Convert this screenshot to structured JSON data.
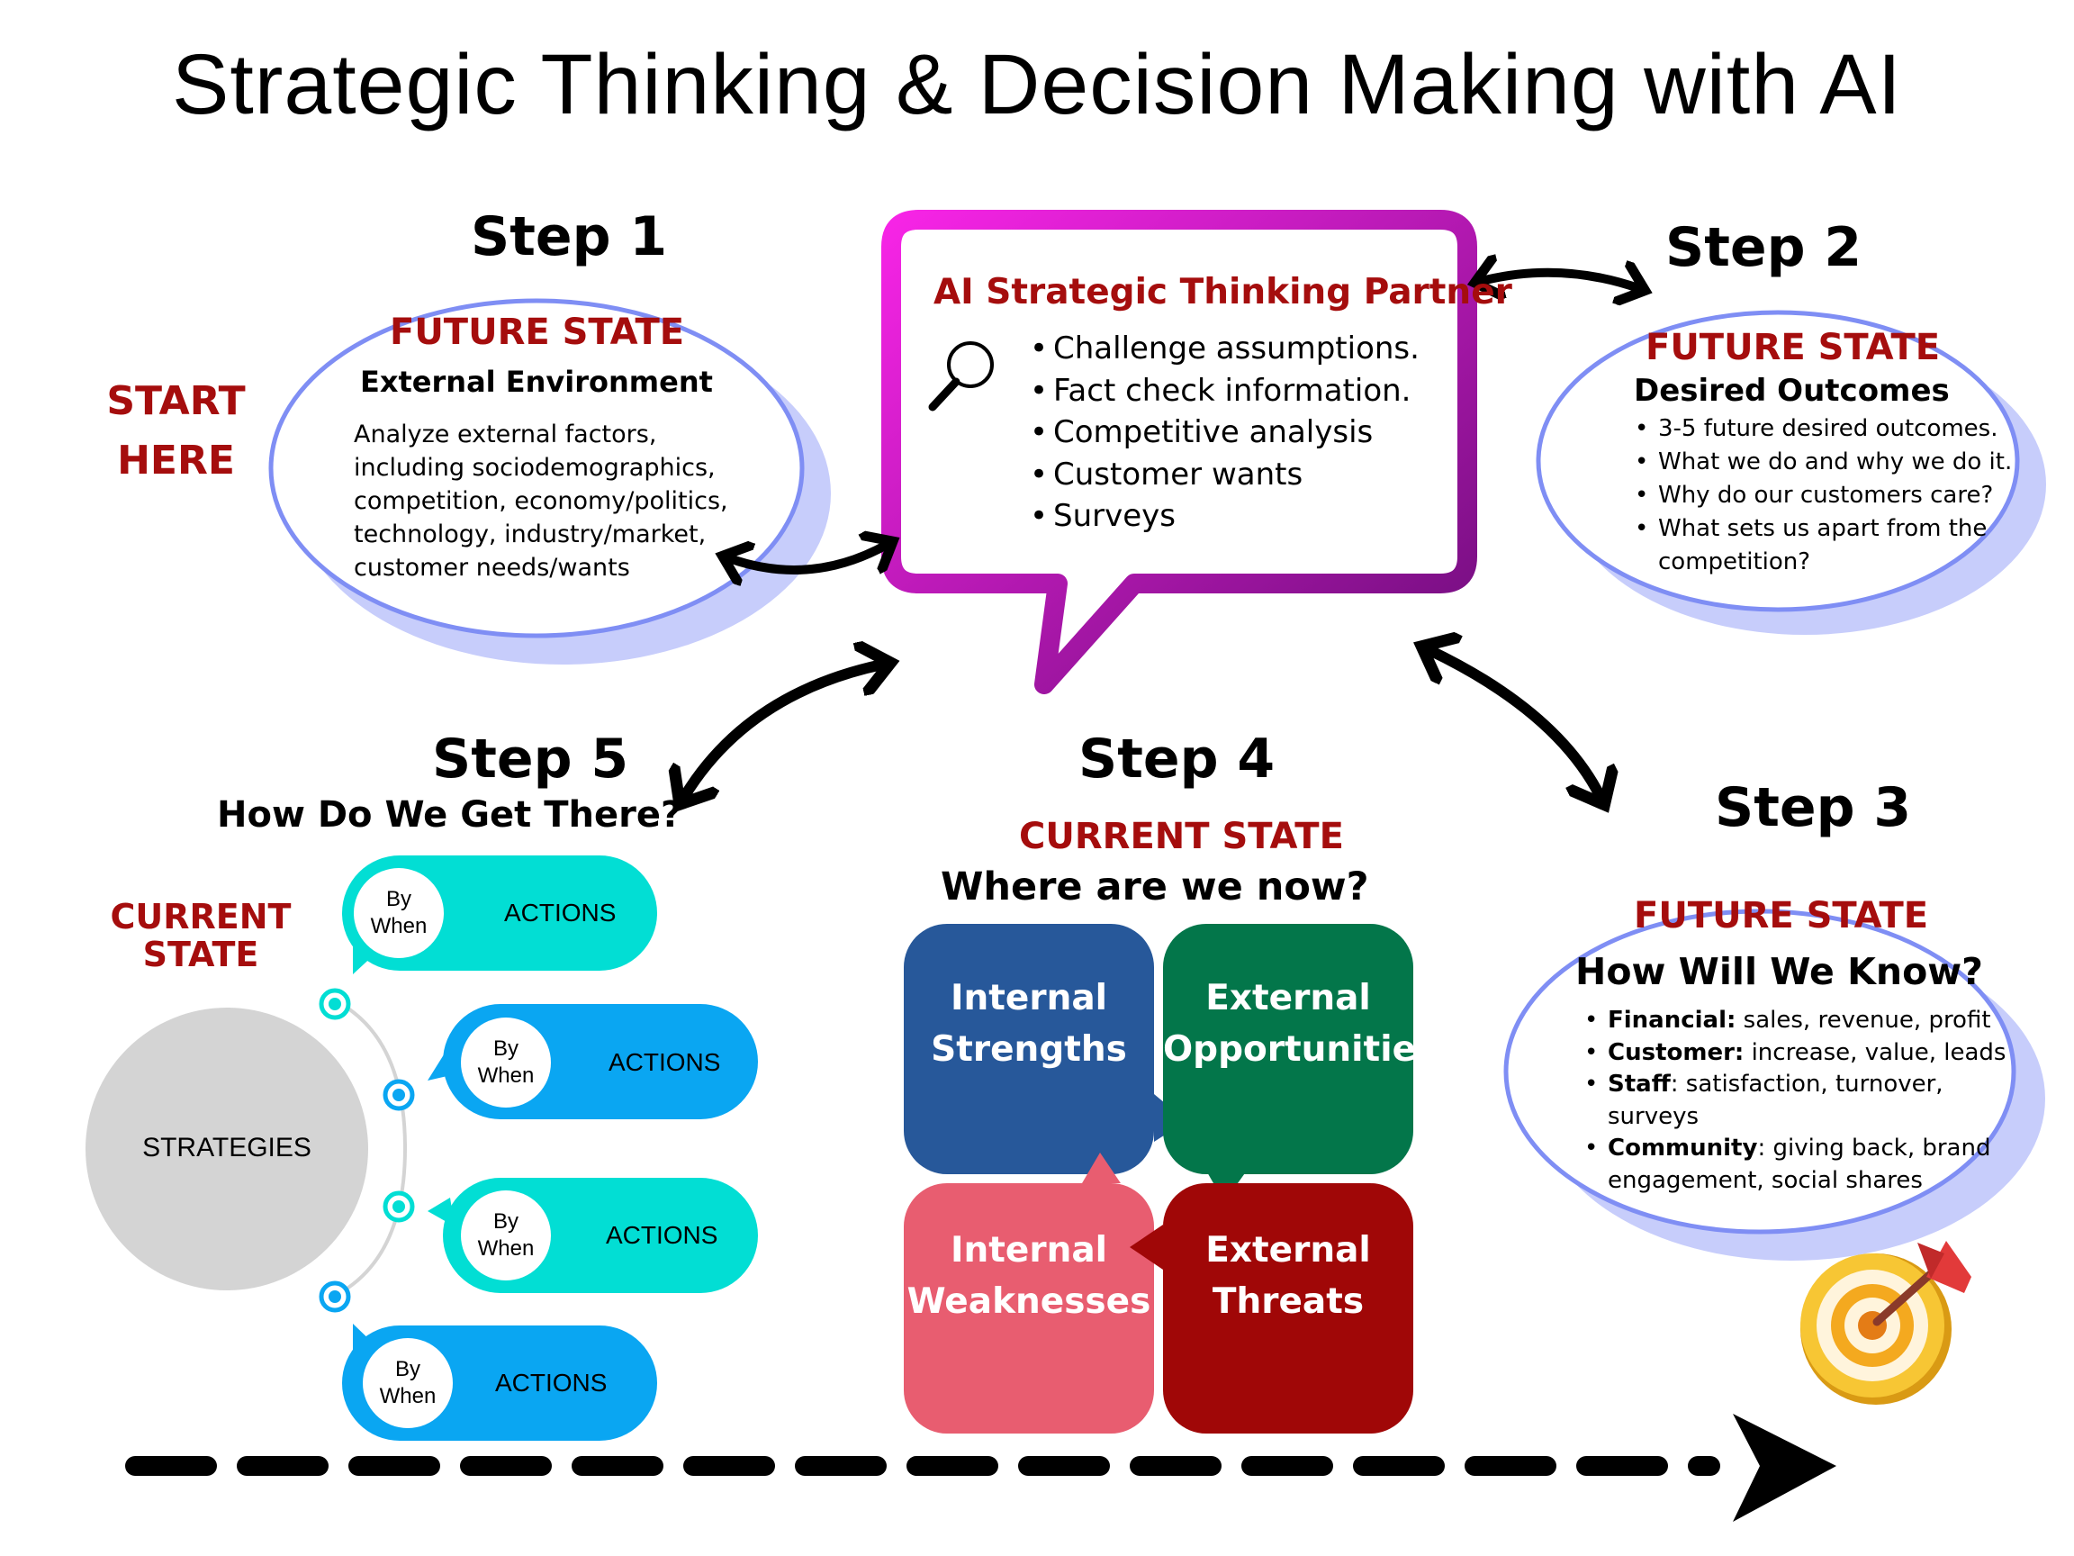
{
  "title": "Strategic Thinking & Decision Making with AI",
  "start_here": [
    "START",
    "HERE"
  ],
  "step1": {
    "label": "Step 1",
    "state": "FUTURE STATE",
    "subtitle": "External  Environment",
    "body": "Analyze external factors, including sociodemographics, competition, economy/politics, technology, industry/market, customer needs/wants"
  },
  "ai_partner": {
    "title": "AI Strategic Thinking Partner",
    "items": [
      "Challenge assumptions.",
      "Fact check  information.",
      "Competitive analysis",
      "Customer wants",
      "Surveys"
    ]
  },
  "step2": {
    "label": "Step 2",
    "state": "FUTURE STATE",
    "subtitle": "Desired Outcomes",
    "items": [
      "3-5 future desired outcomes.",
      "What we do and why we do it.",
      "Why do our customers care?",
      "What sets us apart from the competition?"
    ]
  },
  "step3": {
    "label": "Step 3",
    "state": "FUTURE STATE",
    "subtitle": "How Will We Know?",
    "items": [
      {
        "key": "Financial:",
        "text": " sales, revenue, profit"
      },
      {
        "key": "Customer:",
        "text": " increase, value, leads"
      },
      {
        "key": "Staff",
        "text": ": satisfaction, turnover, surveys"
      },
      {
        "key": "Community",
        "text": ": giving back, brand engagement, social shares"
      }
    ]
  },
  "step4": {
    "label": "Step 4",
    "state": "CURRENT STATE",
    "subtitle": "Where are we now?",
    "quadrants": [
      {
        "line1": "Internal",
        "line2": "Strengths",
        "color": "#27589a"
      },
      {
        "line1": "External",
        "line2": "Opportunities",
        "color": "#03764a"
      },
      {
        "line1": "Internal",
        "line2": "Weaknesses",
        "color": "#e85d70"
      },
      {
        "line1": "External",
        "line2": "Threats",
        "color": "#a00707"
      }
    ]
  },
  "step5": {
    "label": "Step 5",
    "subtitle": "How Do We Get There?",
    "state": [
      "CURRENT",
      "STATE"
    ],
    "strategies": "STRATEGIES",
    "pills": [
      {
        "by": "By",
        "when": "When",
        "action": "ACTIONS",
        "color": "#02ded4"
      },
      {
        "by": "By",
        "when": "When",
        "action": "ACTIONS",
        "color": "#0aa6f2"
      },
      {
        "by": "By",
        "when": "When",
        "action": "ACTIONS",
        "color": "#02ded4"
      },
      {
        "by": "By",
        "when": "When",
        "action": "ACTIONS",
        "color": "#0aa6f2"
      }
    ]
  },
  "colors": {
    "heading_red": "#a50d0d",
    "ellipse_border": "#7f8ef4",
    "ellipse_shadow": "#c7cdfb",
    "ai_gradient_start": "#f724e6",
    "ai_gradient_end": "#6e0d7b"
  },
  "icons": [
    "magnifier-icon",
    "target-icon",
    "dashed-arrow"
  ]
}
